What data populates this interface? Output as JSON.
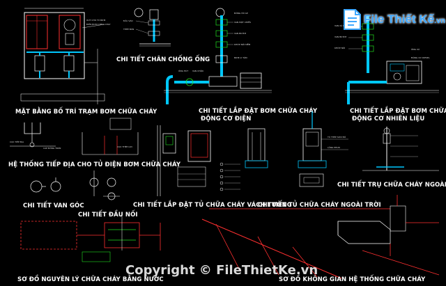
{
  "titles": {
    "t1": "MẶT BẰNG BỐ TRÍ TRẠM BƠM CHỮA CHÁY",
    "t2": "CHI TIẾT CHÂN CHỐNG ỐNG",
    "t3": "CHI TIẾT LẮP ĐẶT BƠM CHỮA CHÁY",
    "t3b": "ĐỘNG CƠ ĐIỆN",
    "t4": "CHI TIẾT LẮP ĐẶT BƠM CHỮA CHÁY",
    "t4b": "ĐỘNG CƠ NHIÊN LIỆU",
    "t5": "HỆ THỐNG TIẾP ĐỊA CHO TỦ ĐIỆN BƠM CHỮA CHÁY",
    "t6": "CHI TIẾT VAN GÓC",
    "t7": "CHI TIẾT ĐẦU NỐI",
    "t8": "CHI TIẾT LẮP ĐẶT TỦ CHỮA CHÁY VÁCH TƯỜNG",
    "t9": "CHI TIẾT TỦ CHỮA CHÁY NGOÀI TRỜI",
    "t10": "CHI TIẾT TRỤ CHỮA CHÁY NGOÀI TRỜI",
    "t11": "SƠ ĐỒ NGUYÊN LÝ CHỮA CHÁY BẰNG NƯỚC",
    "t12": "SƠ ĐỒ KHÔNG GIAN HỆ THỐNG CHỮA CHÁY"
  },
  "watermark": {
    "logo_text": "File Thiết Kế",
    "logo_domain": ".vn",
    "copyright": "Copyright © FileThietKe.vn"
  },
  "colors": {
    "background": "#000000",
    "line_white": "#ffffff",
    "line_cyan": "#00c8ff",
    "line_red": "#ff2020",
    "line_green": "#20e020",
    "line_yellow": "#ffff00",
    "logo_blue": "#3ea8ff"
  }
}
